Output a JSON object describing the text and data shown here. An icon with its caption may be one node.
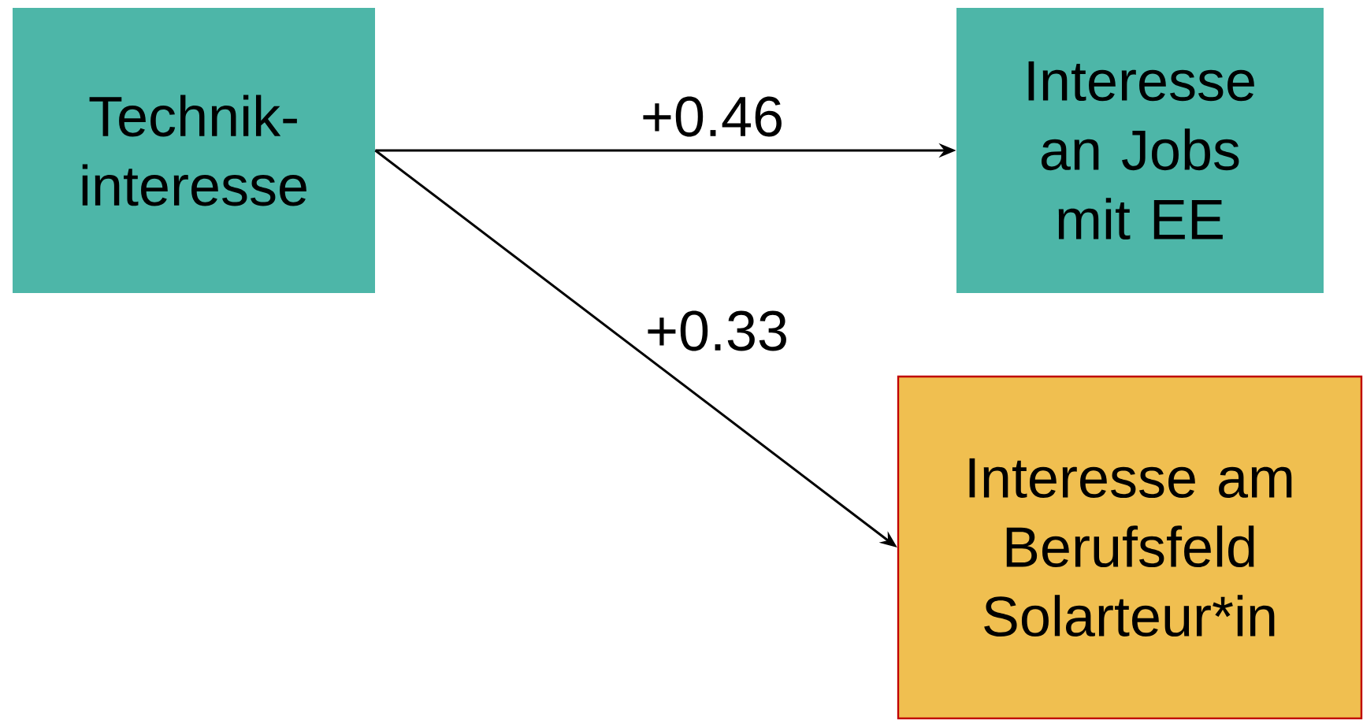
{
  "diagram": {
    "nodes": [
      {
        "text": [
          "Technik- interesse"
        ]
      },
      {
        "text": [
          "Interesse an Jobs mit EE"
        ]
      },
      {
        "text": [
          "Interesse am Berufsfeld Solarteur*in"
        ]
      }
    ],
    "edges": [
      {
        "from": 0,
        "to": 1,
        "arrow": "to",
        "label": "+0.46"
      },
      {
        "from": 0,
        "to": 2,
        "arrow": "to",
        "label": "+0.33"
      }
    ]
  }
}
